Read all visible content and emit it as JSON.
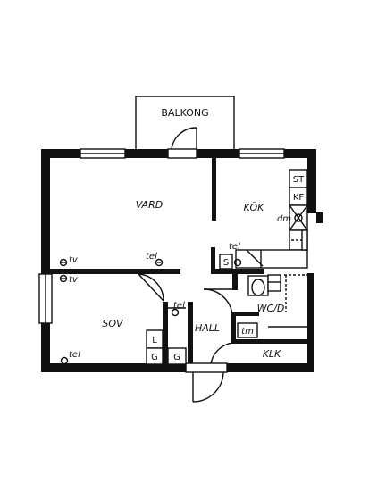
{
  "rooms": {
    "balkong": "BALKONG",
    "vard": "VARD",
    "kok": "KÖK",
    "sov": "SOV",
    "hall": "HALL",
    "wcd": "WC/D",
    "klk": "KLK"
  },
  "fixtures": {
    "st": "ST",
    "kf": "KF",
    "dm": "dm",
    "s": "S",
    "tm": "tm",
    "l": "L",
    "g": "G"
  },
  "outlets": {
    "tv": "tv",
    "tel": "tel"
  }
}
